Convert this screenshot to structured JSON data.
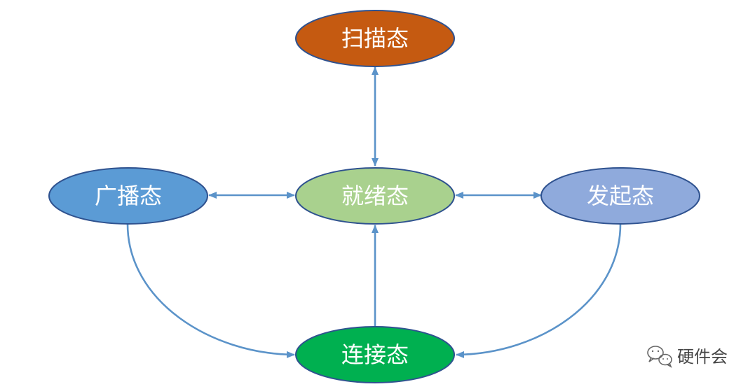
{
  "nodes": {
    "scan": {
      "label": "扫描态",
      "fill": "#c55a11"
    },
    "broadcast": {
      "label": "广播态",
      "fill": "#5b9bd5"
    },
    "ready": {
      "label": "就绪态",
      "fill": "#a9d18e"
    },
    "initiate": {
      "label": "发起态",
      "fill": "#8faadc"
    },
    "connect": {
      "label": "连接态",
      "fill": "#00b050"
    }
  },
  "edges": [
    {
      "from": "ready",
      "to": "scan",
      "direction": "both"
    },
    {
      "from": "ready",
      "to": "broadcast",
      "direction": "both"
    },
    {
      "from": "ready",
      "to": "initiate",
      "direction": "both"
    },
    {
      "from": "connect",
      "to": "ready",
      "direction": "forward"
    },
    {
      "from": "broadcast",
      "to": "connect",
      "direction": "forward"
    },
    {
      "from": "initiate",
      "to": "connect",
      "direction": "forward"
    }
  ],
  "edge_color": "#5b93c9",
  "watermark": {
    "text": "硬件会",
    "icon": "wechat-icon"
  }
}
